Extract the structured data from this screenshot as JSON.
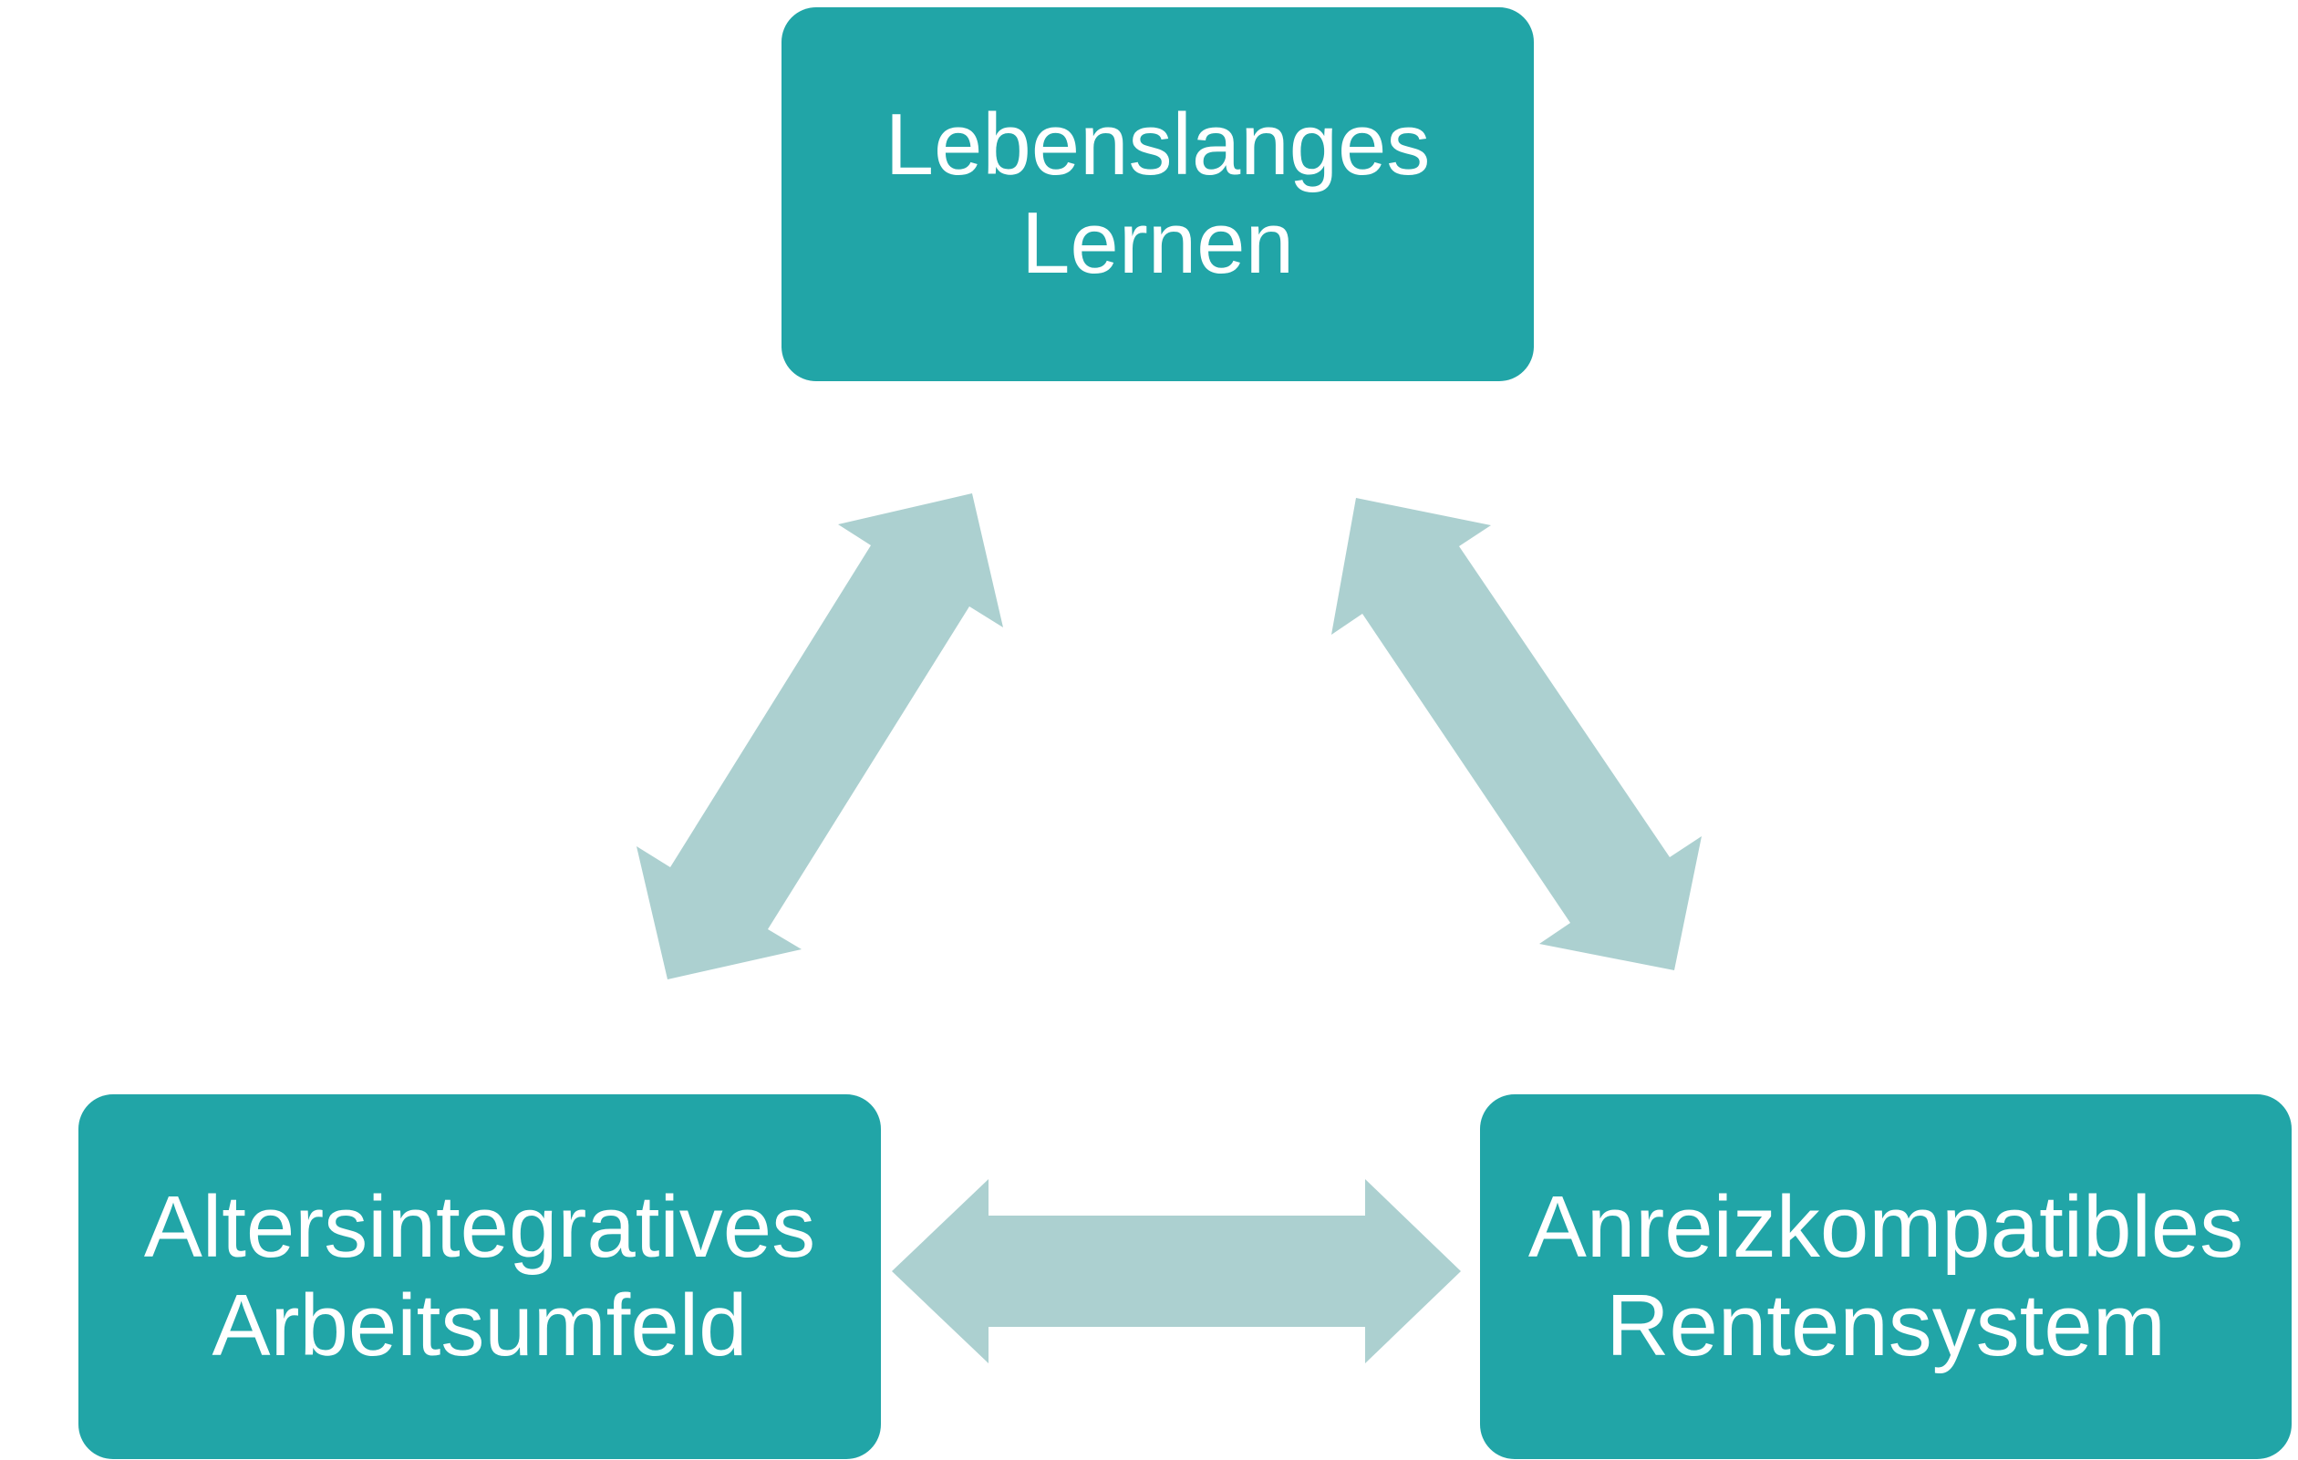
{
  "colors": {
    "node_fill": "#21a5a7",
    "node_text": "#ffffff",
    "arrow_fill": "#acd0d0",
    "background": "#ffffff"
  },
  "nodes": {
    "top": {
      "line1": "Lebenslanges",
      "line2": "Lernen"
    },
    "left": {
      "line1": "Altersintegratives",
      "line2": "Arbeitsumfeld"
    },
    "right": {
      "line1": "Anreizkompatibles",
      "line2": "Rentensystem"
    }
  },
  "arrows": [
    {
      "from": "top",
      "to": "left",
      "type": "bidirectional"
    },
    {
      "from": "top",
      "to": "right",
      "type": "bidirectional"
    },
    {
      "from": "left",
      "to": "right",
      "type": "bidirectional"
    }
  ]
}
